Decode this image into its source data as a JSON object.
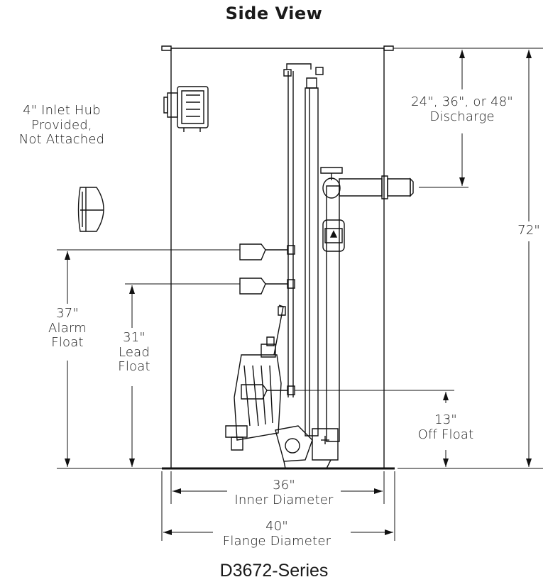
{
  "title": "Side View",
  "model": "D3672-Series",
  "labels": {
    "inlet_hub": [
      "4\" Inlet Hub",
      "Provided,",
      "Not Attached"
    ],
    "discharge": [
      "24\", 36\", or 48\"",
      "Discharge"
    ],
    "total_height": "72\"",
    "alarm_float": [
      "37\"",
      "Alarm",
      "Float"
    ],
    "lead_float": [
      "31\"",
      "Lead",
      "Float"
    ],
    "off_float": [
      "13\"",
      "Off Float"
    ],
    "inner_diameter": [
      "36\"",
      "Inner Diameter"
    ],
    "flange_diameter": [
      "40\"",
      "Flange Diameter"
    ]
  }
}
